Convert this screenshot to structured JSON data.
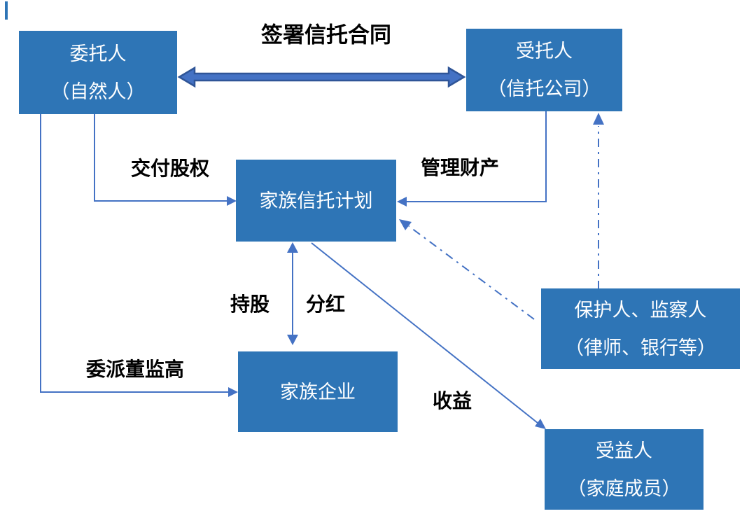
{
  "diagram": {
    "nodes": {
      "settlor": {
        "line1": "委托人",
        "line2": "（自然人）"
      },
      "trustee": {
        "line1": "受托人",
        "line2": "（信托公司）"
      },
      "trust_plan": {
        "line1": "家族信托计划"
      },
      "family_business": {
        "line1": "家族企业"
      },
      "protector": {
        "line1": "保护人、监察人",
        "line2": "（律师、银行等）"
      },
      "beneficiary": {
        "line1": "受益人",
        "line2": "（家庭成员）"
      }
    },
    "edge_labels": {
      "sign_contract": "签署信托合同",
      "deliver_equity": "交付股权",
      "manage_property": "管理财产",
      "hold_shares": "持股",
      "dividends": "分红",
      "appoint_directors": "委派董监高",
      "income": "收益"
    },
    "colors": {
      "node_fill": "#2E75B6",
      "node_text": "#FFFFFF",
      "connector": "#4472C4",
      "thick_arrow_fill": "#4472C4",
      "thick_arrow_border": "#2F5597",
      "label_text": "#000000",
      "background": "#FFFFFF"
    }
  }
}
